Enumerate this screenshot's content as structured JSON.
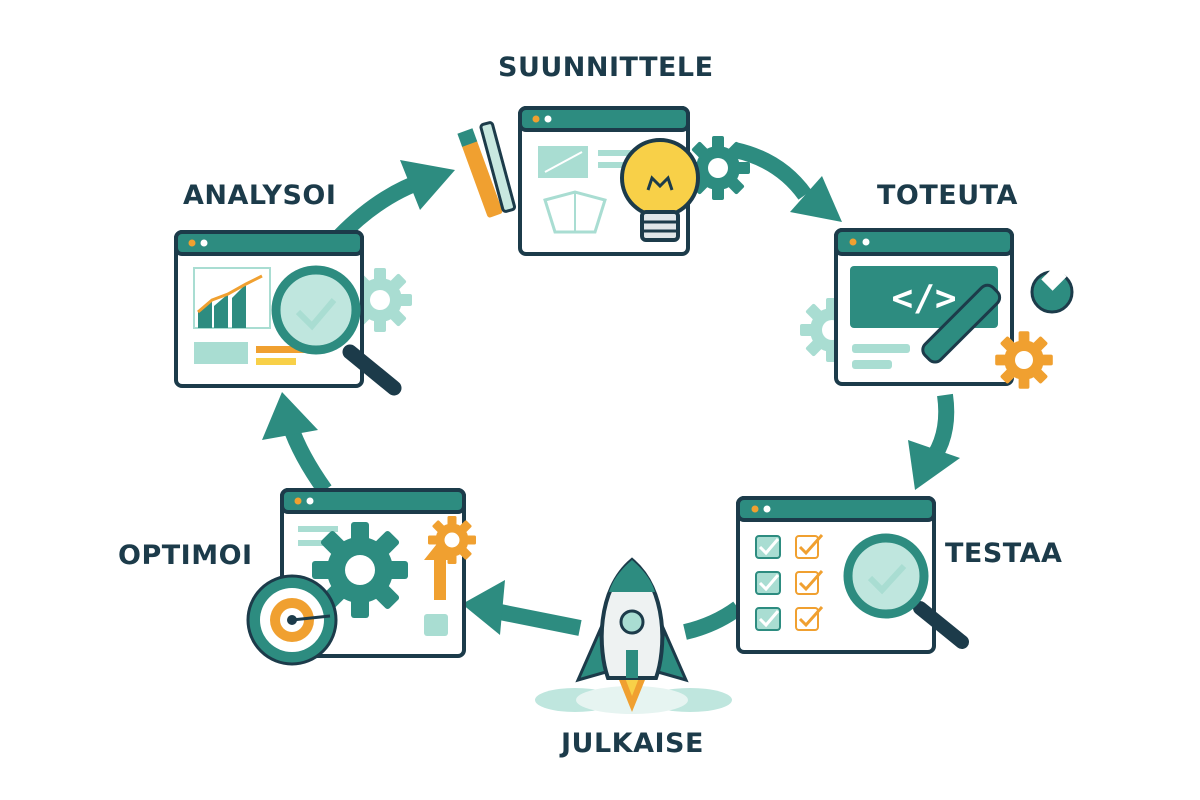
{
  "steps": {
    "plan": "SUUNNITTELE",
    "implement": "TOTEUTA",
    "test": "TESTAA",
    "publish": "JULKAISE",
    "optimize": "OPTIMOI",
    "analyze": "ANALYSOI"
  },
  "code_symbol": "</>",
  "colors": {
    "teal": "#2d8c80",
    "teal_light": "#a9ddd2",
    "navy": "#1c3b4a",
    "orange": "#f0a030",
    "yellow": "#f8d048"
  },
  "icons": [
    "lightbulb-icon",
    "gear-icon",
    "pencil-icon",
    "code-icon",
    "wrench-icon",
    "checkbox-icon",
    "magnifier-icon",
    "rocket-icon",
    "target-icon",
    "chart-icon"
  ]
}
